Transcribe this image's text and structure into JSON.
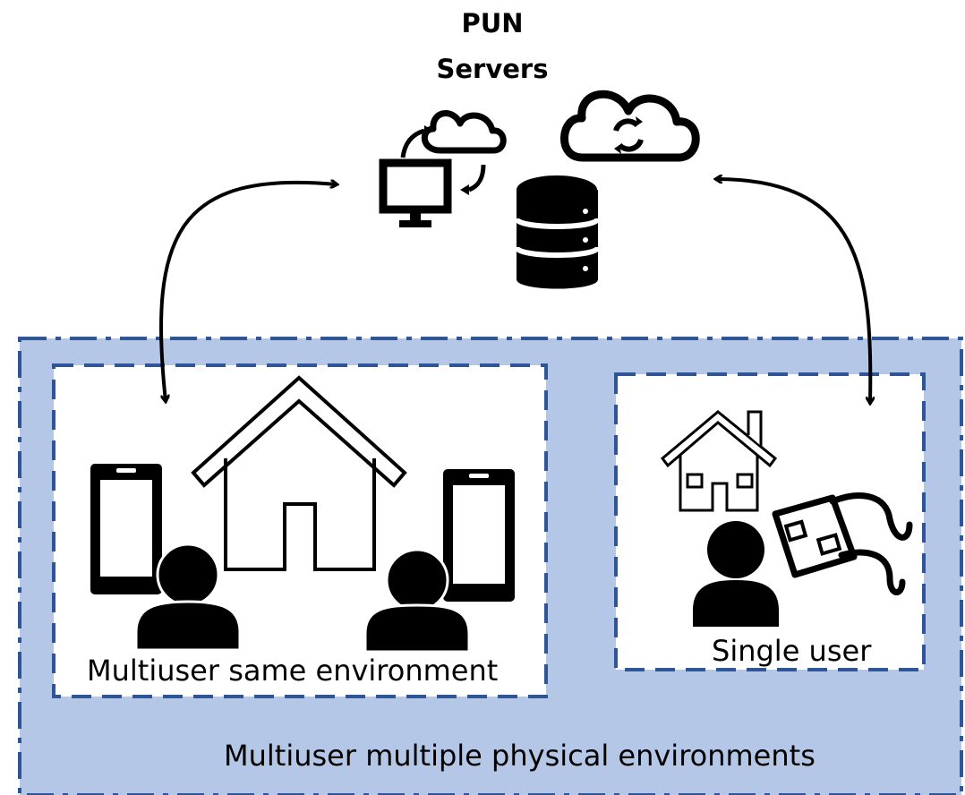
{
  "server": {
    "title_line1": "PUN",
    "title_line2": "Servers"
  },
  "zones": {
    "multiuser_same": "Multiuser same environment",
    "single_user": "Single user",
    "multiuser_multiple": "Multiuser multiple physical environments"
  },
  "icons": [
    "cloud-sync-icon",
    "computer-cloud-sync-icon",
    "database-icon",
    "house-icon",
    "smartphone-icon",
    "user-icon",
    "vr-glasses-icon",
    "bidirectional-arrow-icon"
  ],
  "colors": {
    "outer_fill": "#b4c7e7",
    "dash_stroke": "#2f5597",
    "ink": "#000000"
  }
}
